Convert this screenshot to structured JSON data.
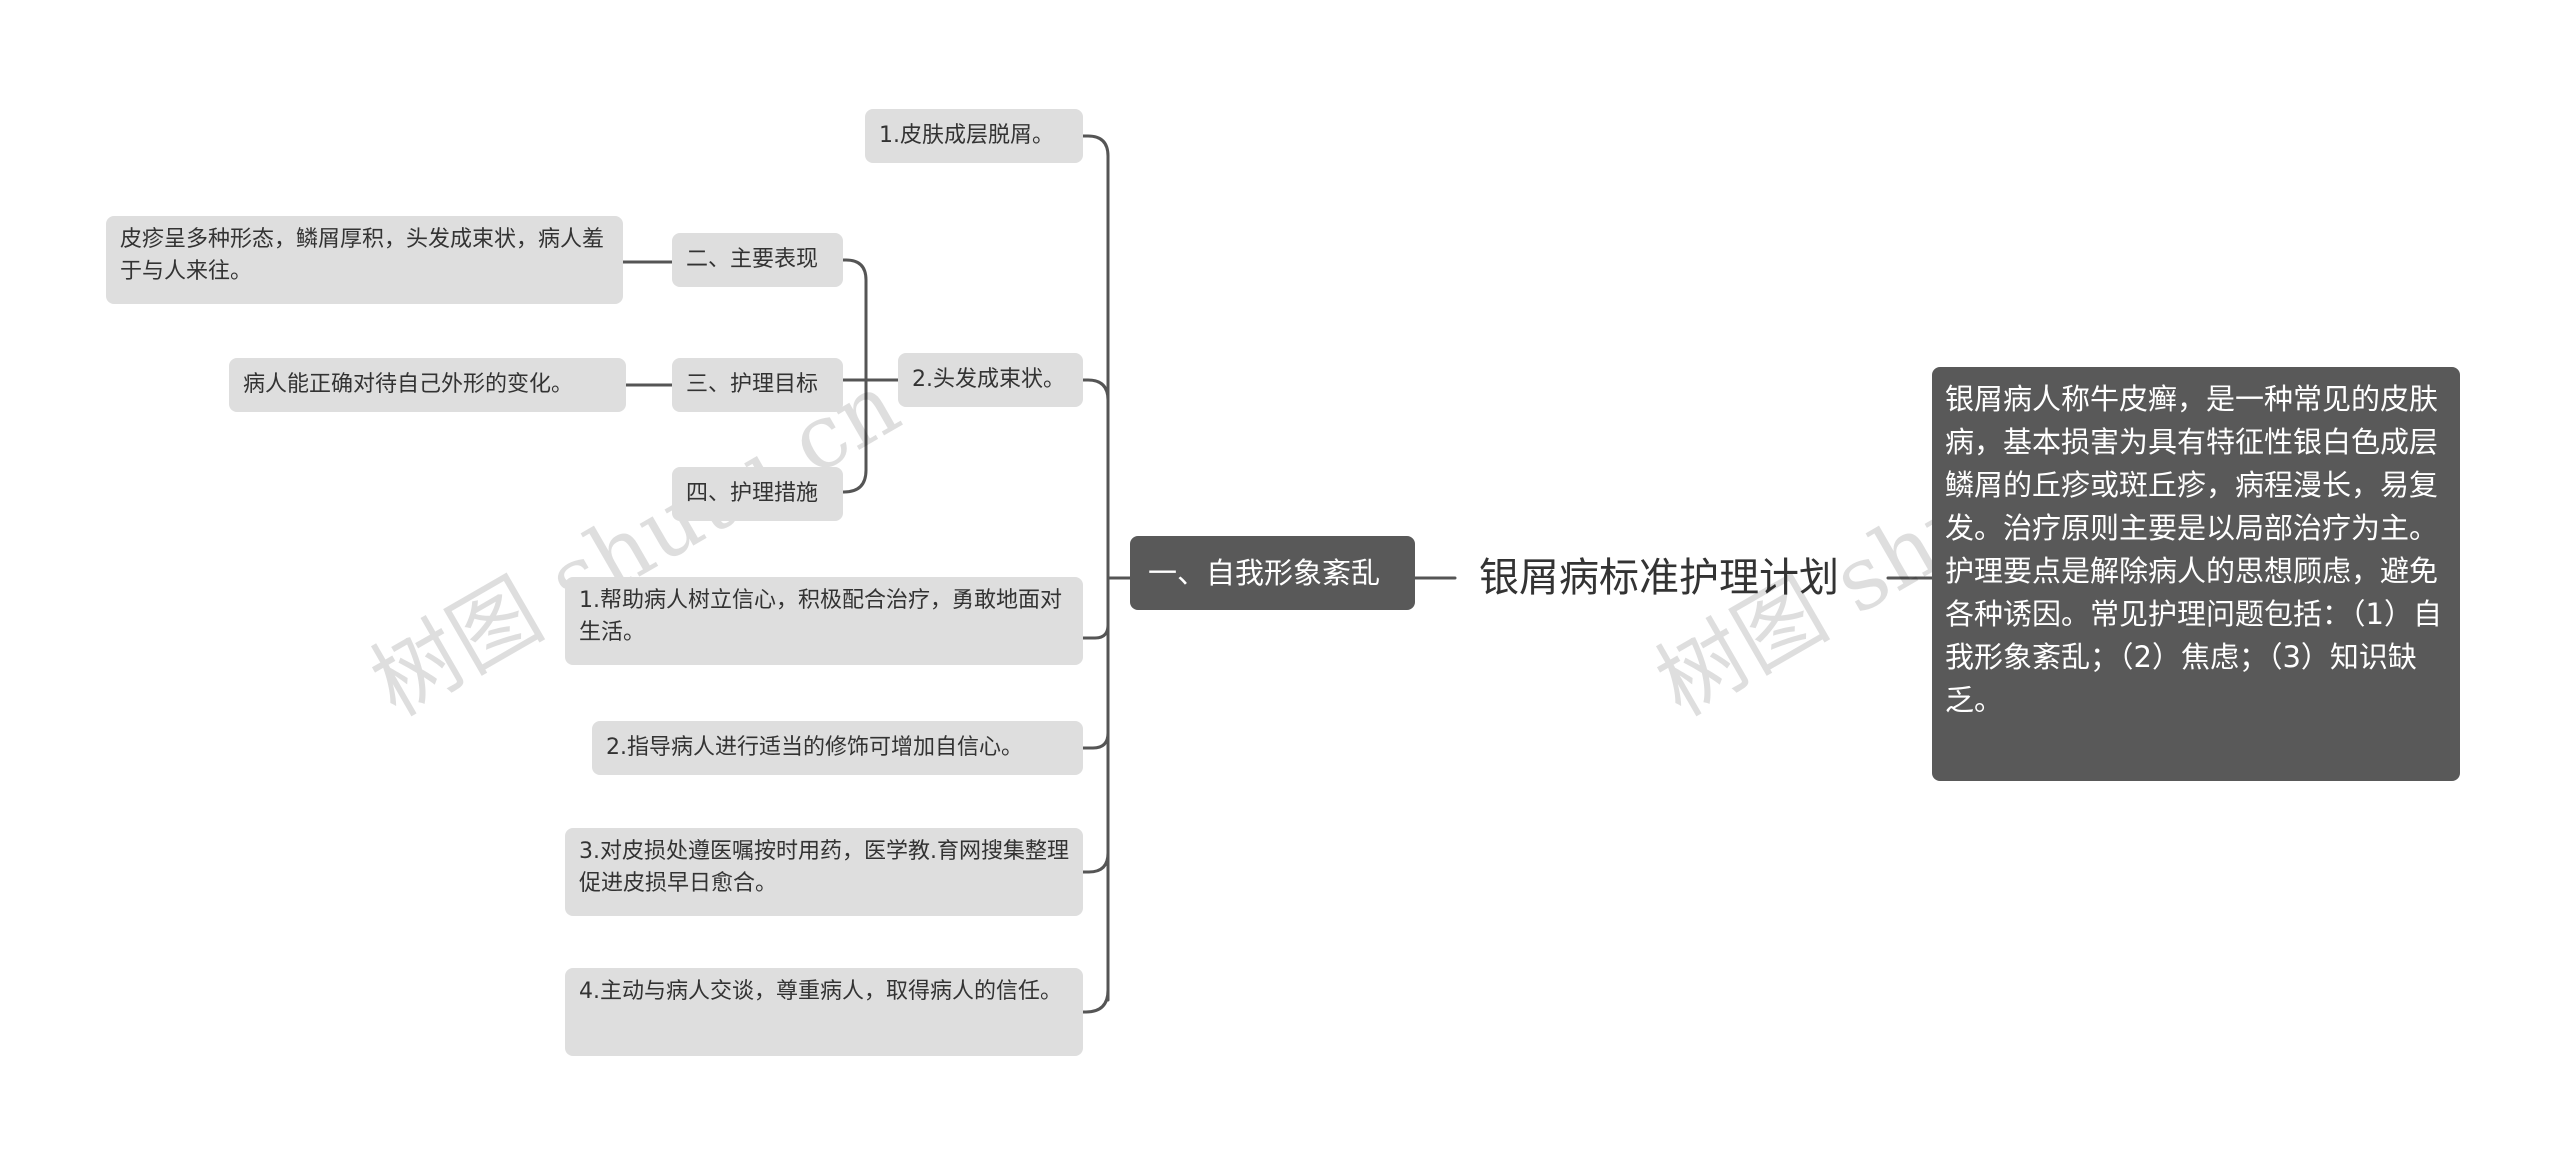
{
  "root": {
    "label": "银屑病标准护理计划"
  },
  "description": {
    "text": "银屑病人称牛皮癣，是一种常见的皮肤病，基本损害为具有特征性银白色成层鳞屑的丘疹或斑丘疹，病程漫长，易复发。治疗原则主要是以局部治疗为主。护理要点是解除病人的思想顾虑，避免各种诱因。常见护理问题包括：（1）自我形象紊乱；（2）焦虑；（3）知识缺乏。"
  },
  "main_branch": {
    "label": "一、自我形象紊乱",
    "children": {
      "c1": "1.皮肤成层脱屑。",
      "c2": {
        "label": "2.头发成束状。",
        "sub": {
          "s1": {
            "label": "二、主要表现",
            "detail": "皮疹呈多种形态，鳞屑厚积，头发成束状，病人羞于与人来往。"
          },
          "s2": {
            "label": "三、护理目标",
            "detail": "病人能正确对待自己外形的变化。"
          },
          "s3": {
            "label": "四、护理措施"
          }
        }
      },
      "m1": "1.帮助病人树立信心，积极配合治疗，勇敢地面对生活。",
      "m2": "2.指导病人进行适当的修饰可增加自信心。",
      "m3": "3.对皮损处遵医嘱按时用药，医学教.育网搜集整理促进皮损早日愈合。",
      "m4": "4.主动与病人交谈，尊重病人，取得病人的信任。"
    }
  },
  "watermarks": [
    "树图 shutu.cn",
    "树图 shutu.cn"
  ],
  "colors": {
    "node_bg": "#dedede",
    "dark_bg": "#595959",
    "line": "#555555",
    "text": "#333333"
  }
}
